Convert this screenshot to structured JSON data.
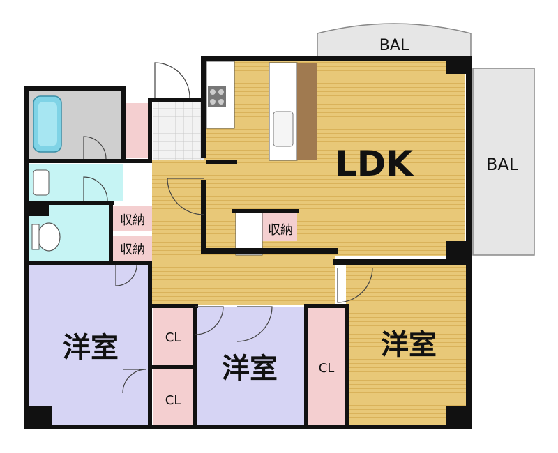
{
  "rooms": {
    "ldk": "LDK",
    "bedroom_left": "洋室",
    "bedroom_middle": "洋室",
    "bedroom_right": "洋室"
  },
  "balconies": {
    "top": "BAL",
    "right": "BAL"
  },
  "storage": {
    "shuno_1": "収納",
    "shuno_2": "収納",
    "shuno_ldk": "収納"
  },
  "closets": {
    "cl_1": "CL",
    "cl_2": "CL",
    "cl_3": "CL"
  },
  "colors": {
    "wood_floor": "#e8c878",
    "wood_line": "#d9b25a",
    "bedroom_lavender": "#d6d4f4",
    "wet_area_cyan": "#c6f4f4",
    "closet_pink": "#f4cfd0",
    "balcony_gray": "#e6e6e6",
    "bath_gray": "#cfcfcf",
    "counter_brown": "#a07a50",
    "wall": "#111111"
  }
}
